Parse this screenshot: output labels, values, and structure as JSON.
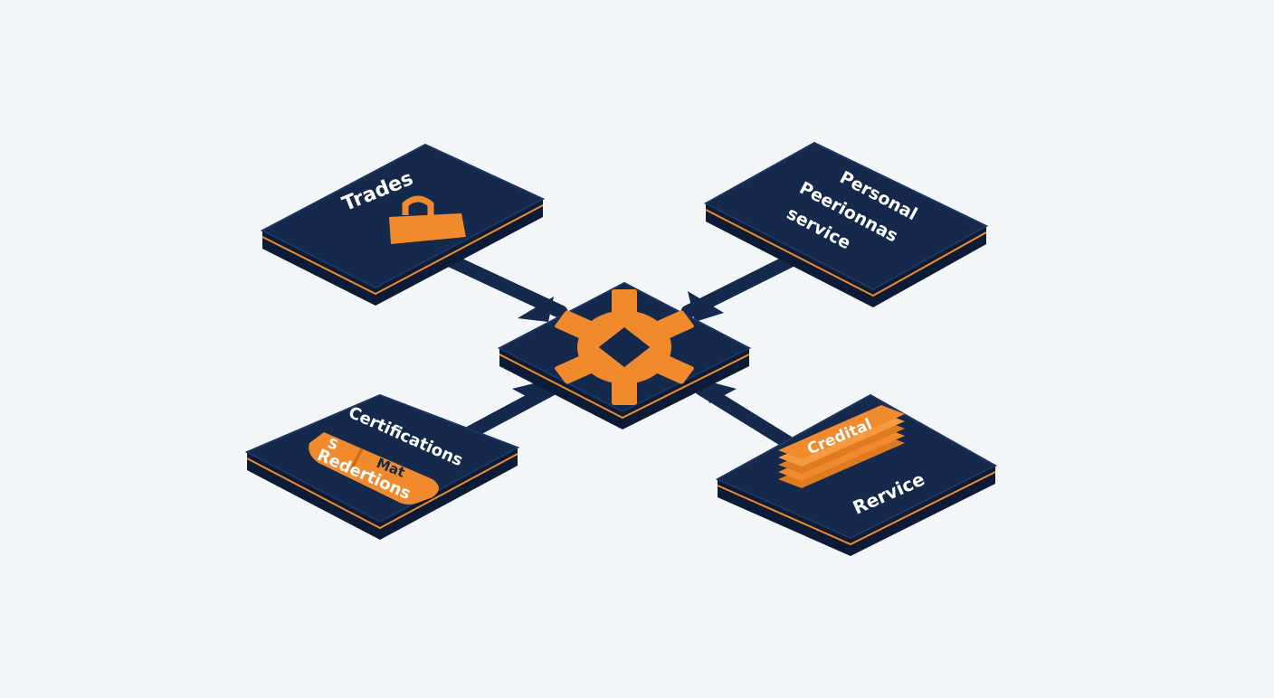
{
  "colors": {
    "background": "#f3f6f9",
    "tile_top": "#14294c",
    "tile_side": "#0d1c36",
    "accent": "#f08a2c",
    "connector": "#14294c",
    "label_text": "#ffffff"
  },
  "hub": {
    "icon": "gear-icon"
  },
  "nodes": {
    "trades": {
      "label": "Trades",
      "icon": "lock-icon"
    },
    "personal": {
      "line1": "Personal",
      "line2": "Peerionnas",
      "line3": "service"
    },
    "certifications": {
      "line1": "Certifications",
      "line2": "Redertions",
      "badge_glyph": "S",
      "badge_text": "Mat",
      "icon": "pill-badge-icon"
    },
    "credential": {
      "badge_text": "Credital",
      "line1": "Rervice",
      "icon": "card-stack-icon"
    }
  }
}
